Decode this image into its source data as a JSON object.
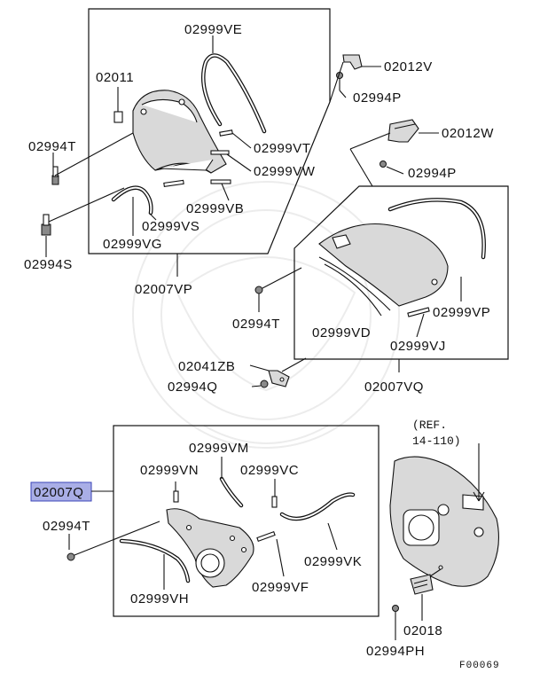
{
  "labels": {
    "l_02999VE": "02999VE",
    "l_02011": "02011",
    "l_02012V": "02012V",
    "l_02994P_a": "02994P",
    "l_02012W": "02012W",
    "l_02994T_a": "02994T",
    "l_02999VT": "02999VT",
    "l_02999VW": "02999VW",
    "l_02994P_b": "02994P",
    "l_02999VB": "02999VB",
    "l_02999VS": "02999VS",
    "l_02999VG": "02999VG",
    "l_02994S": "02994S",
    "l_02007VP": "02007VP",
    "l_02994T_b": "02994T",
    "l_02999VD": "02999VD",
    "l_02999VP": "02999VP",
    "l_02999VJ": "02999VJ",
    "l_02041ZB": "02041ZB",
    "l_02994Q": "02994Q",
    "l_02007VQ": "02007VQ",
    "l_ref1": "(REF.",
    "l_ref2": "14-110)",
    "l_02999VM": "02999VM",
    "l_02999VN": "02999VN",
    "l_02999VC": "02999VC",
    "l_02007Q": "02007Q",
    "l_02994T_c": "02994T",
    "l_02999VK": "02999VK",
    "l_02999VH": "02999VH",
    "l_02999VF": "02999VF",
    "l_02018": "02018",
    "l_02994PH": "02994PH",
    "l_figure_id": "F00069"
  },
  "colors": {
    "highlight_fill": "#a9aee6",
    "highlight_stroke": "#3b44b8",
    "line": "#111111",
    "watermark": "#ececec"
  }
}
